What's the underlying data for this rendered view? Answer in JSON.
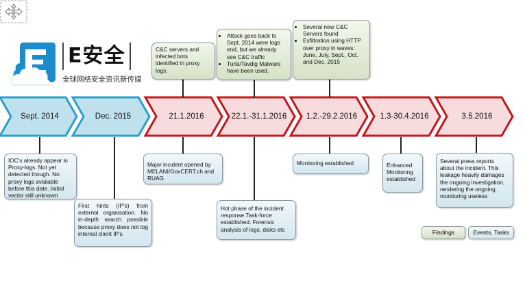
{
  "logo": {
    "brand": "E安全",
    "letter": "E",
    "tagline": "全球网络安全资讯新传媒"
  },
  "timeline": [
    {
      "label": "Sept. 2014",
      "style": "blue"
    },
    {
      "label": "Dec. 2015",
      "style": "blue"
    },
    {
      "label": "21.1.2016",
      "style": "red"
    },
    {
      "label": "22.1.-31.1.2016",
      "style": "red"
    },
    {
      "label": "1.2.-29.2.2016",
      "style": "red"
    },
    {
      "label": "1.3-30.4.2016",
      "style": "red"
    },
    {
      "label": "3.5.2016",
      "style": "red"
    }
  ],
  "findings_top": {
    "jan21": "C&C servers and infected bots identified in proxy logs.",
    "jan22": [
      "Attack goes back to Sept. 2014 were logs end, but we already see C&C traffic",
      "Turla/Tavdig Malware have been used."
    ],
    "feb": [
      "Several new C&C Servers found",
      "Exfiltration using HTTP over proxy in waves: June, July, Sept., Oct. and Dec. 2015"
    ]
  },
  "notes_bottom": {
    "sept2014": "IOC's already appear in Proxy-logs. Not yet detected though. No proxy logs available before this date. Initial vector still unknown",
    "dec2015": "First hints (IP's) from external organisation. No in-depth search possible because proxy does not log internal client IP's",
    "jan21": "Major incident opened by MELANI/GovCERT.ch and RUAG",
    "jan22": "Hot phase of the incident response.Task-force established. Forensic analysis of logs, disks etc",
    "feb": "Monitoring established",
    "mar": "Enhanced Monitoring established",
    "may": "Several press reports about the incident. This leakage heavily damages the ongoing investigation, rendering the ongoing monitoring useless"
  },
  "legend": {
    "findings": "Findings",
    "events": "Events, Tasks"
  },
  "colors": {
    "blue_arrow": "#bfe1ee",
    "blue_border": "#2d9fc6",
    "red_arrow": "#f6dcdc",
    "red_border": "#c4161c"
  }
}
